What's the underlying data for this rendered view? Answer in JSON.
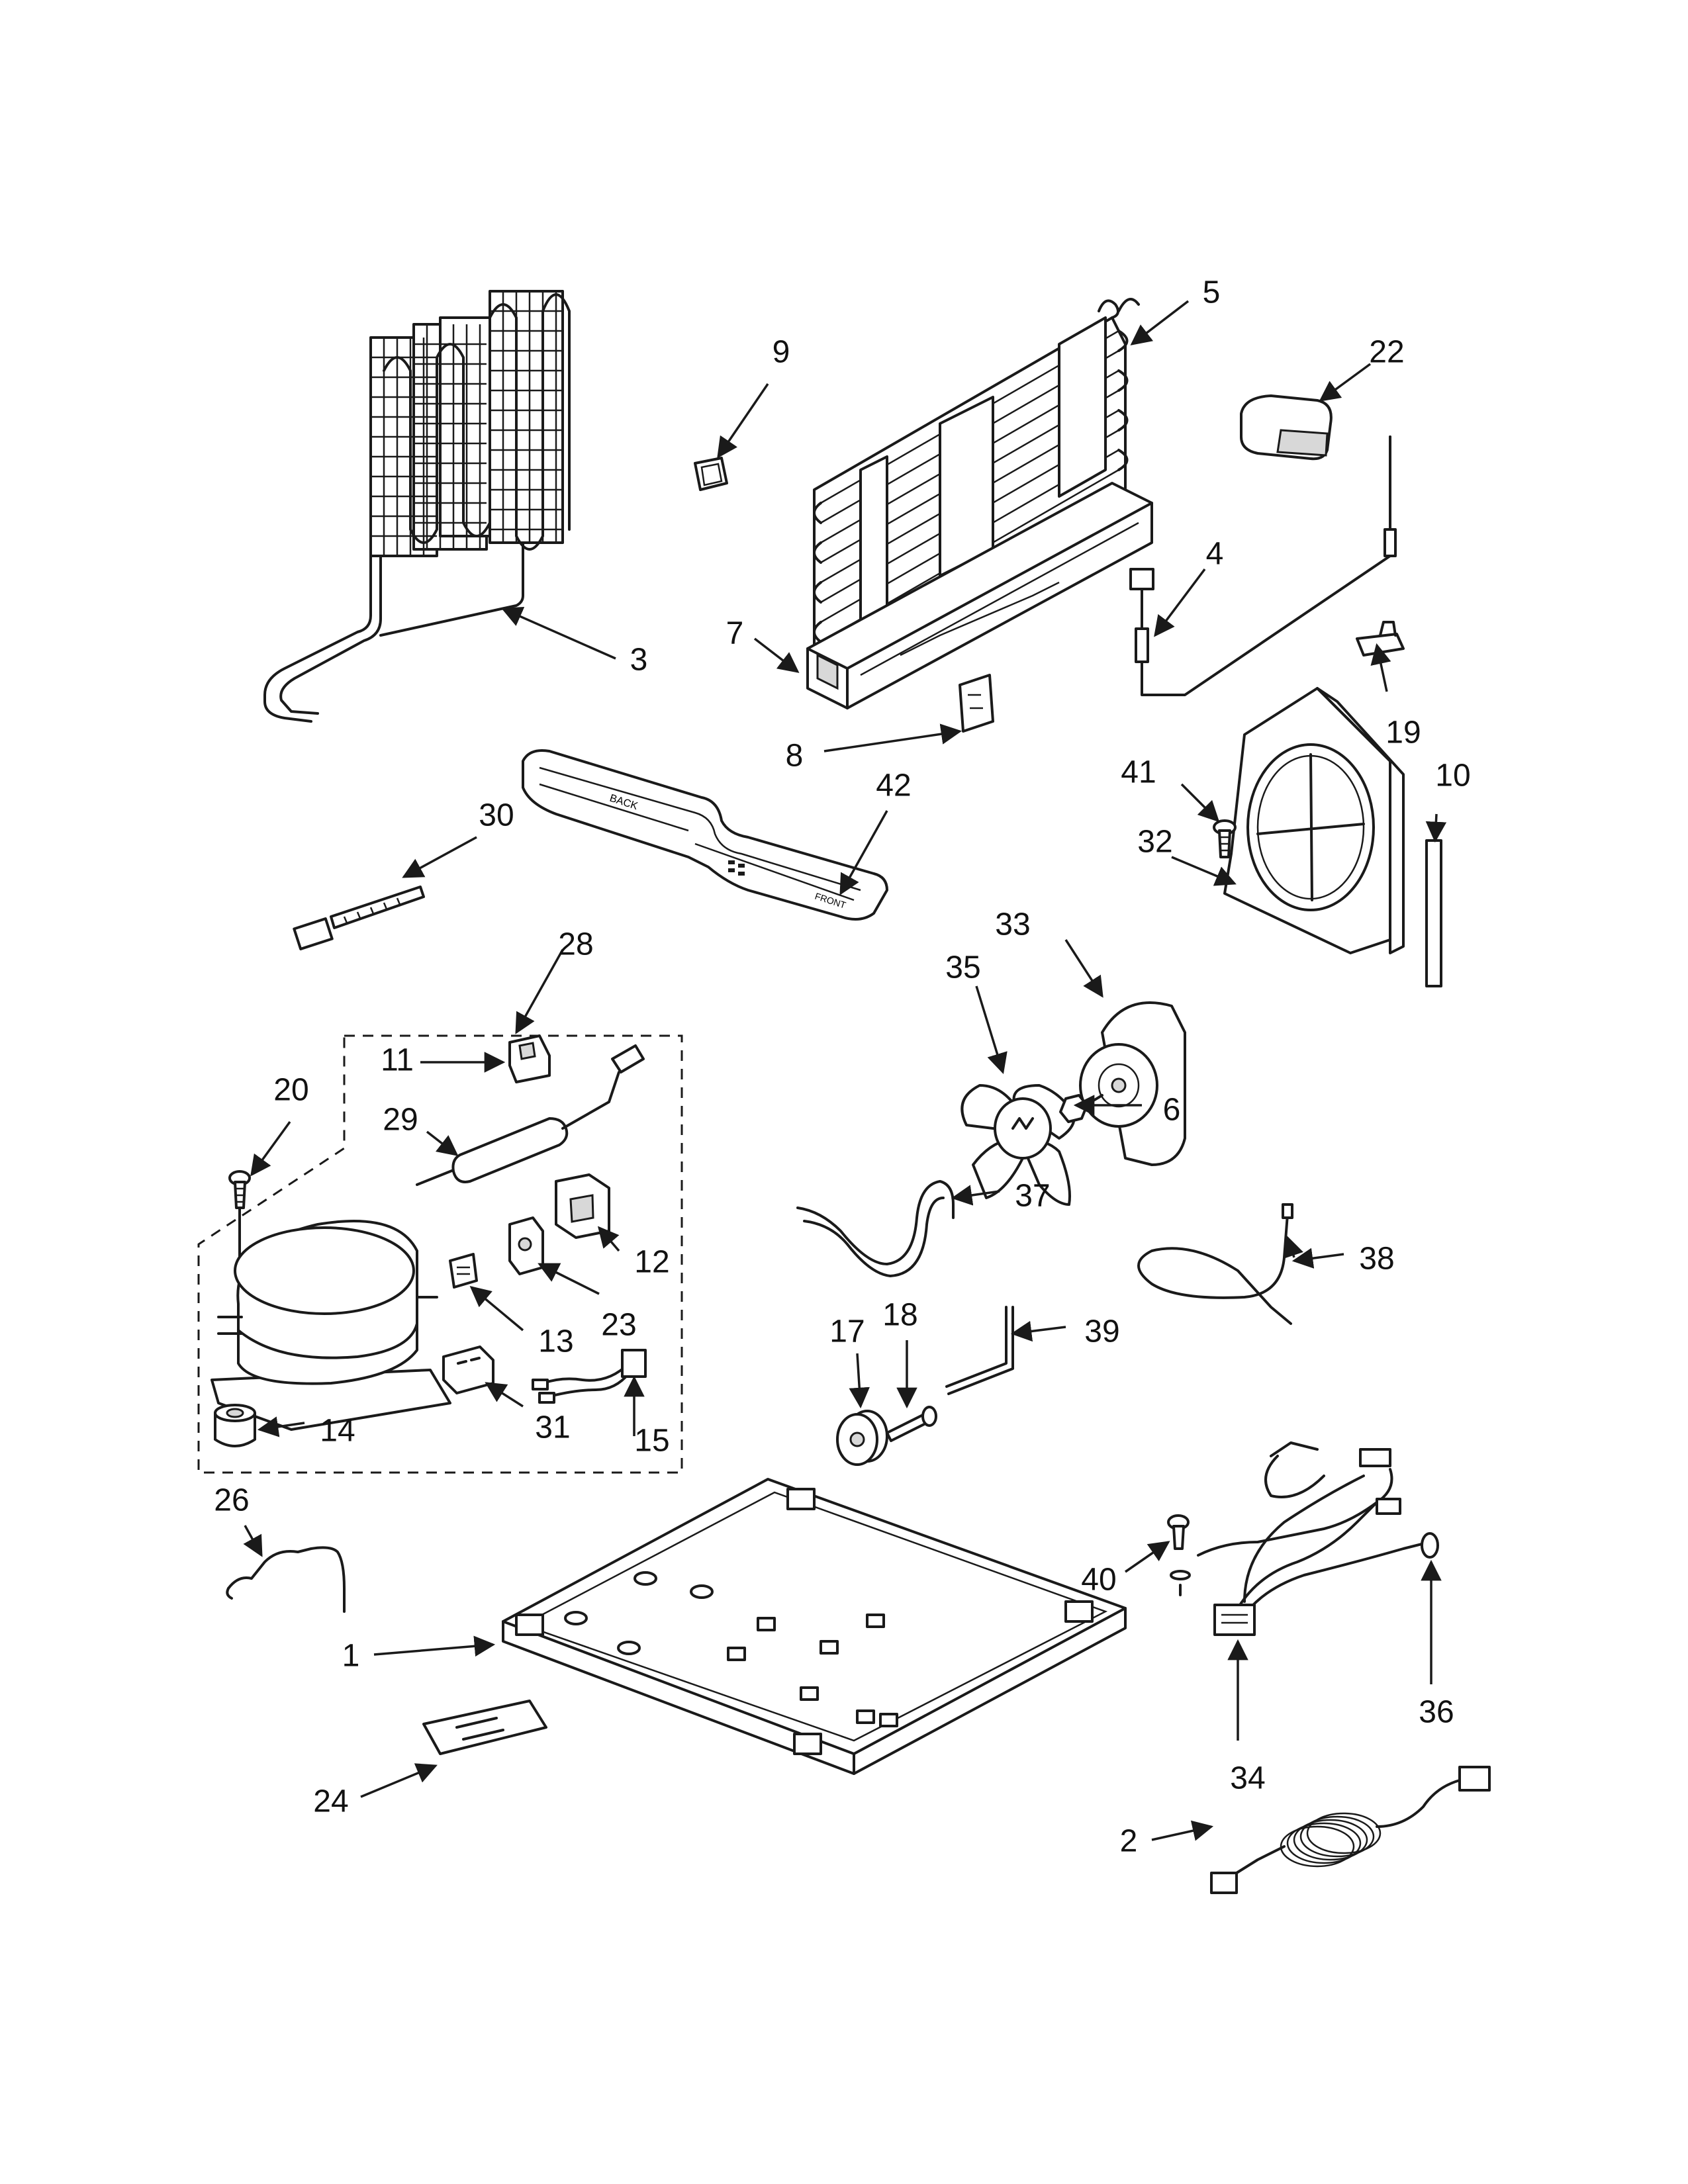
{
  "diagram": {
    "labels": {
      "p1": "1",
      "p2": "2",
      "p3": "3",
      "p4": "4",
      "p5": "5",
      "p6": "6",
      "p7": "7",
      "p8": "8",
      "p9": "9",
      "p10": "10",
      "p11": "11",
      "p12": "12",
      "p13": "13",
      "p14": "14",
      "p15": "15",
      "p17": "17",
      "p18": "18",
      "p19": "19",
      "p20": "20",
      "p22": "22",
      "p23": "23",
      "p24": "24",
      "p26": "26",
      "p28": "28",
      "p29": "29",
      "p30": "30",
      "p31": "31",
      "p32": "32",
      "p33": "33",
      "p34": "34",
      "p35": "35",
      "p36": "36",
      "p37": "37",
      "p38": "38",
      "p39": "39",
      "p40": "40",
      "p41": "41",
      "p42": "42"
    },
    "pan_text": {
      "left": "BACK",
      "front": "FRONT"
    }
  }
}
